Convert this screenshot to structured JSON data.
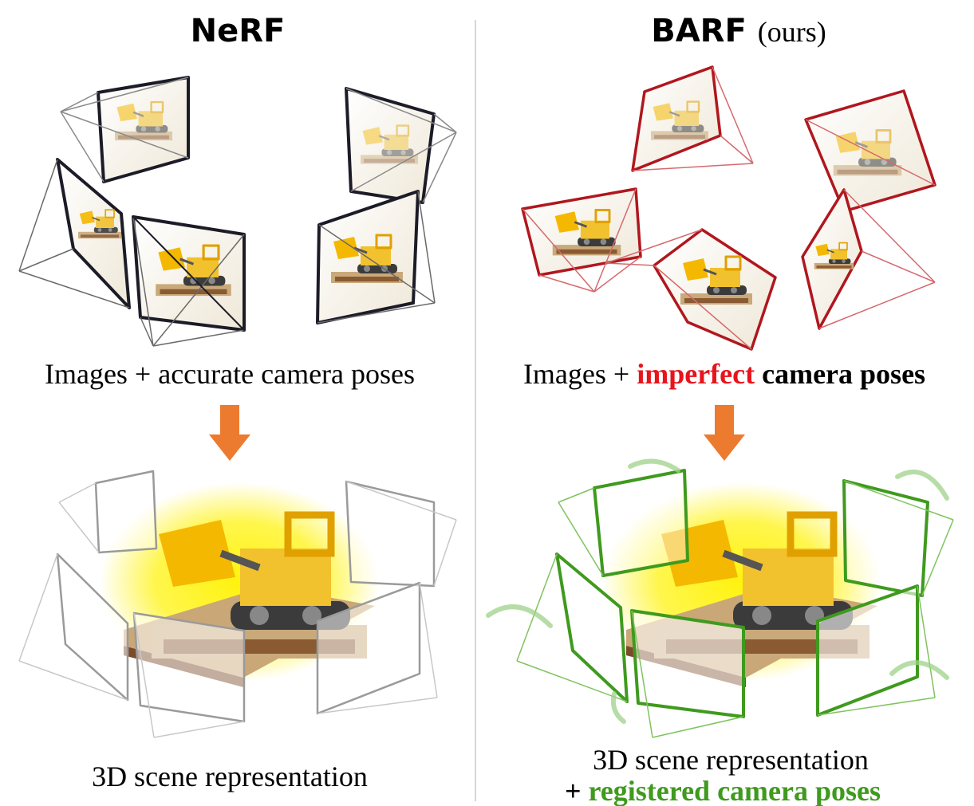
{
  "left": {
    "title": "NeRF",
    "input_caption": "Images + accurate camera poses",
    "output_caption": "3D scene representation"
  },
  "right": {
    "title_bold": "BARF",
    "title_suffix": "(ours)",
    "input_caption_prefix": "Images + ",
    "input_caption_highlight": "imperfect",
    "input_caption_suffix": " camera poses",
    "output_caption_line1": "3D scene representation",
    "output_caption_line2_prefix": "+ ",
    "output_caption_line2_highlight": "registered camera poses"
  },
  "colors": {
    "accurate_frame": "#1c1c28",
    "imperfect_frame": "#b0171e",
    "imperfect_text": "#e8141c",
    "registered": "#3f9a1e",
    "registered_text": "#3f9a1e",
    "arrow": "#ec7a2f",
    "faded_frame": "#9a9a9a",
    "glow": "#fff200",
    "divider": "#d6d6d6"
  }
}
